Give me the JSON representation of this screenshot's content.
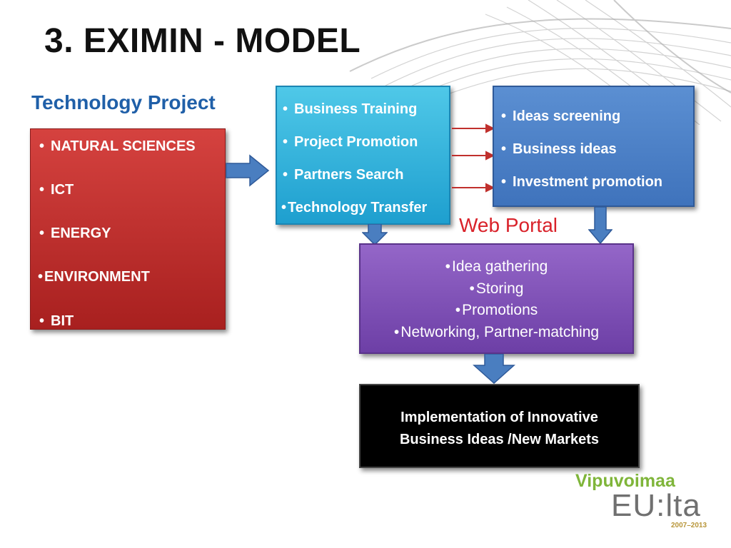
{
  "title": "3. EXIMIN - MODEL",
  "technology_project": {
    "heading": "Technology Project",
    "items": [
      "NATURAL SCIENCES",
      "ICT",
      "ENERGY",
      "ENVIRONMENT",
      "BIT"
    ]
  },
  "services_box": {
    "items": [
      "Business Training",
      "Project Promotion",
      "Partners Search",
      "Technology Transfer"
    ]
  },
  "ideas_box": {
    "items": [
      "Ideas screening",
      "Business ideas",
      "Investment promotion"
    ]
  },
  "web_portal": {
    "label": "Web Portal",
    "items": [
      "Idea gathering",
      "Storing",
      "Promotions",
      "Networking, Partner-matching"
    ]
  },
  "implementation": {
    "line1": "Implementation of Innovative",
    "line2": "Business Ideas /New Markets"
  },
  "logo": {
    "top": "Vipuvoimaa",
    "mid": "EU:lta",
    "years": "2007–2013"
  },
  "colors": {
    "title": "#111111",
    "heading": "#1f5fa8",
    "red_box": "#c0302d",
    "cyan_box": "#2fb3dd",
    "blue_box": "#4f81c8",
    "purple_box": "#7e50b8",
    "web_portal_label": "#d9222a",
    "arrow_fill": "#4a7ec0",
    "small_arrow": "#c0302d"
  }
}
